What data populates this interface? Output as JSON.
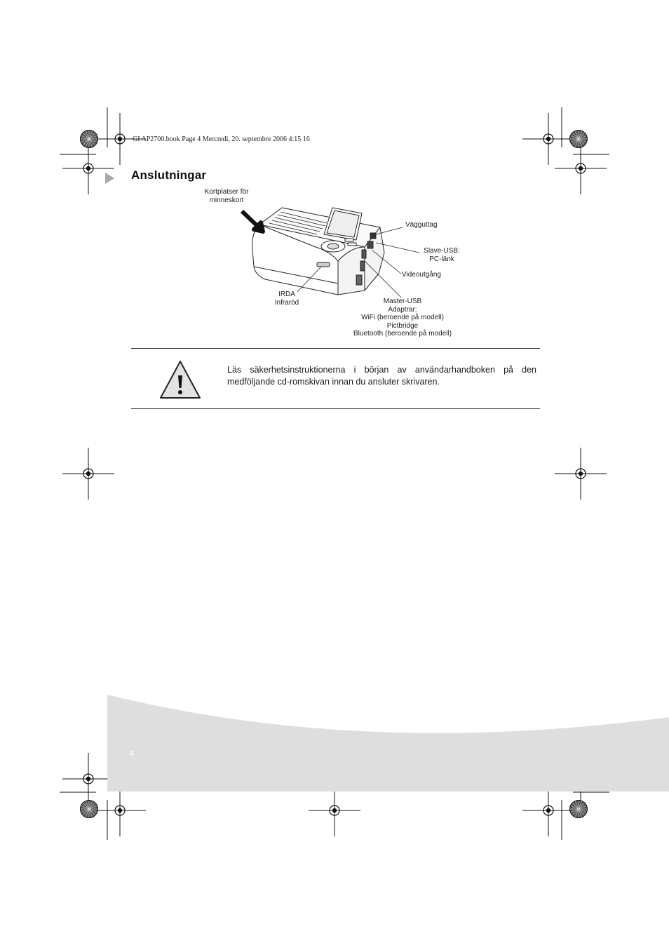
{
  "header": {
    "file_info": "GI AP2700.book  Page 4  Mercredi, 20. septembre 2006  4:15 16"
  },
  "section": {
    "title": "Anslutningar"
  },
  "figure": {
    "labels": {
      "card_slots": [
        "Kortplatser för",
        "minneskort"
      ],
      "wall_socket": "Vägguttag",
      "slave_usb": [
        "Slave-USB:",
        "PC-länk"
      ],
      "video_out": "Videoutgång",
      "irda": [
        "IRDA",
        "Infraröd"
      ],
      "master_usb": [
        "Master-USB",
        "Adaptrar:",
        "WiFi (beroende på modell)",
        "Pictbridge",
        "Bluetooth (beroende på modell)"
      ]
    }
  },
  "warning": {
    "icon": "warning-triangle-icon",
    "text": "Läs säkerhetsinstruktionerna i början av användarhandboken på den medföljande cd-romskivan innan du ansluter skrivaren."
  },
  "footer": {
    "page_number": "4",
    "band_color": "#dedede"
  }
}
